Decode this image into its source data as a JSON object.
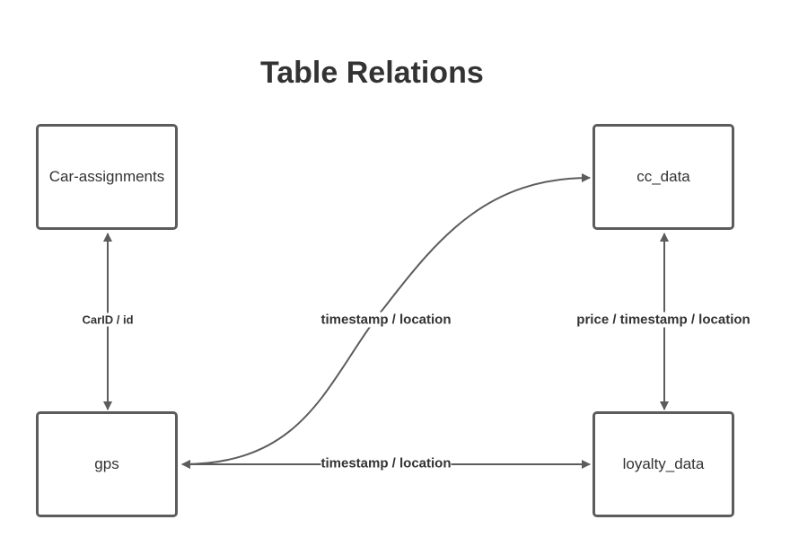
{
  "title": "Table Relations",
  "nodes": {
    "car_assignments": "Car-assignments",
    "cc_data": "cc_data",
    "gps": "gps",
    "loyalty_data": "loyalty_data"
  },
  "edges": {
    "car_gps": "CarID / id",
    "gps_cc": "timestamp / location",
    "cc_loyalty": "price / timestamp / location",
    "gps_loyalty": "timestamp / location"
  },
  "colors": {
    "stroke": "#5c5c5c",
    "text": "#333333",
    "background": "#ffffff"
  }
}
